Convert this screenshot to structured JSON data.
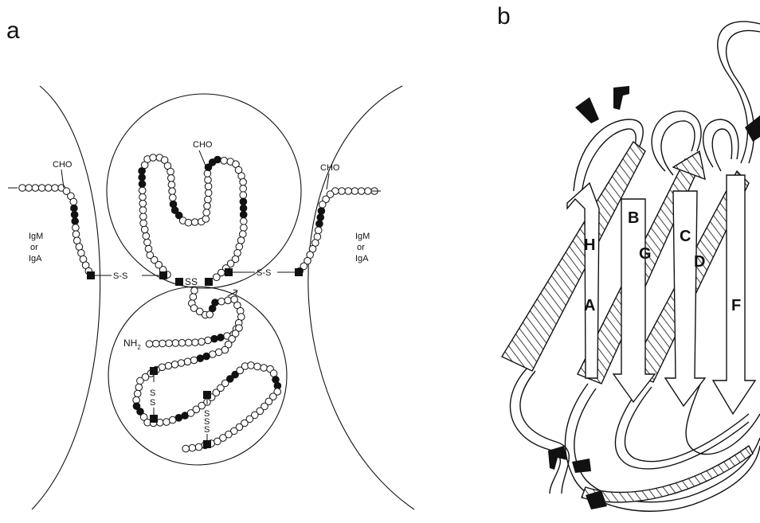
{
  "panels": {
    "a": {
      "label": "a",
      "cho_top": "CHO",
      "cho_left": "CHO",
      "cho_right": "CHO",
      "left_ig": [
        "IgM",
        "or",
        "IgA"
      ],
      "right_ig": [
        "IgM",
        "or",
        "IgA"
      ],
      "ss_left": "S-S",
      "ss_center": "SS",
      "ss_right": "S-S",
      "nh2": "NH",
      "nh2_sub": "2",
      "ss_vertical_1": [
        "S",
        "S"
      ],
      "ss_vertical_2": [
        "S",
        "S",
        "S"
      ]
    },
    "b": {
      "label": "b",
      "strands": [
        "A",
        "B",
        "C",
        "D",
        "F",
        "G",
        "H"
      ]
    }
  },
  "colors": {
    "ink": "#111111",
    "paper": "#ffffff"
  }
}
